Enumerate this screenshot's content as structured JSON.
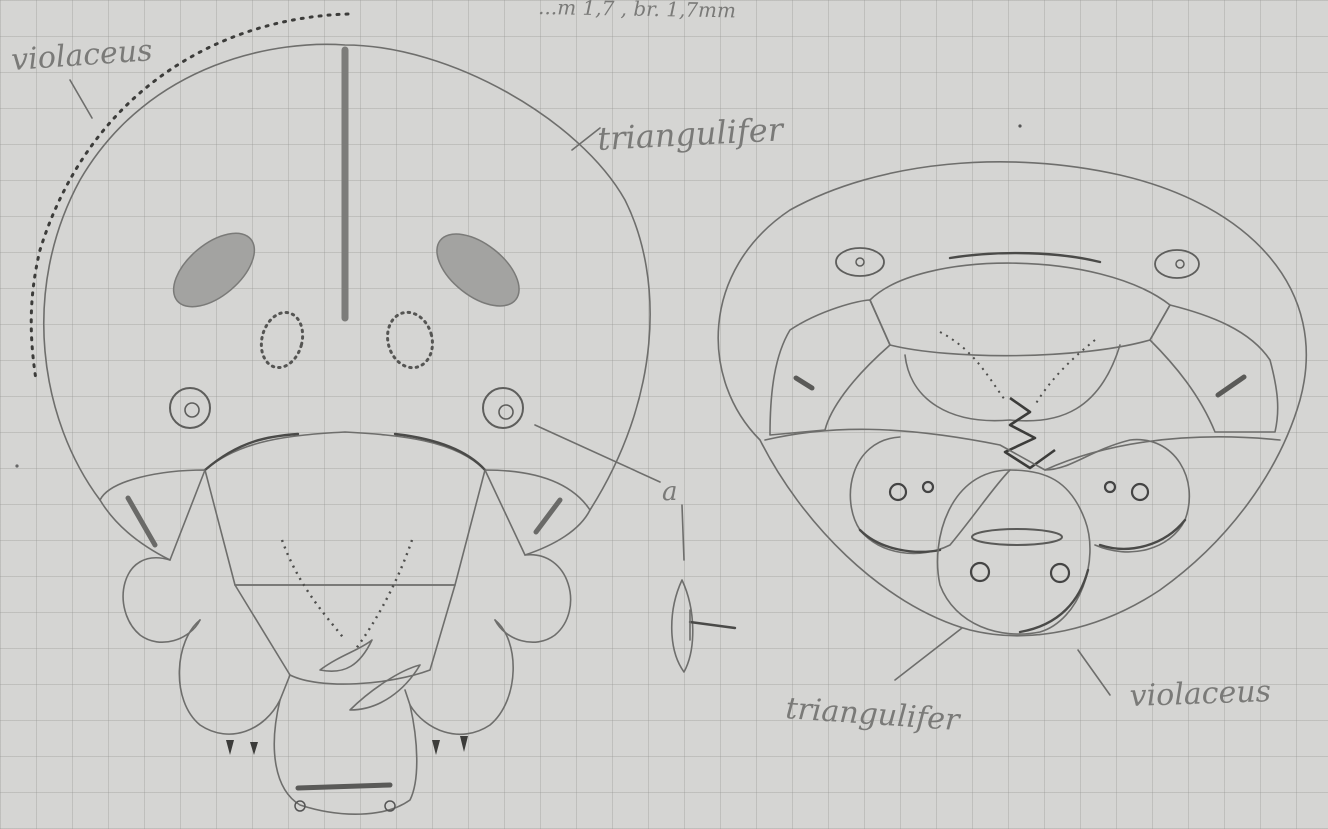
{
  "labels": {
    "top_note": "...m 1,7 , br. 1,7mm",
    "violaceus_left": "violaceus",
    "triangulifer_left": "triangulifer",
    "marker_a": "a",
    "triangulifer_right": "triangulifer",
    "violaceus_right": "violaceus"
  },
  "colors": {
    "paper": "#d5d5d3",
    "pencil": "#6e6e6c",
    "dark_pencil": "#4a4a48"
  }
}
